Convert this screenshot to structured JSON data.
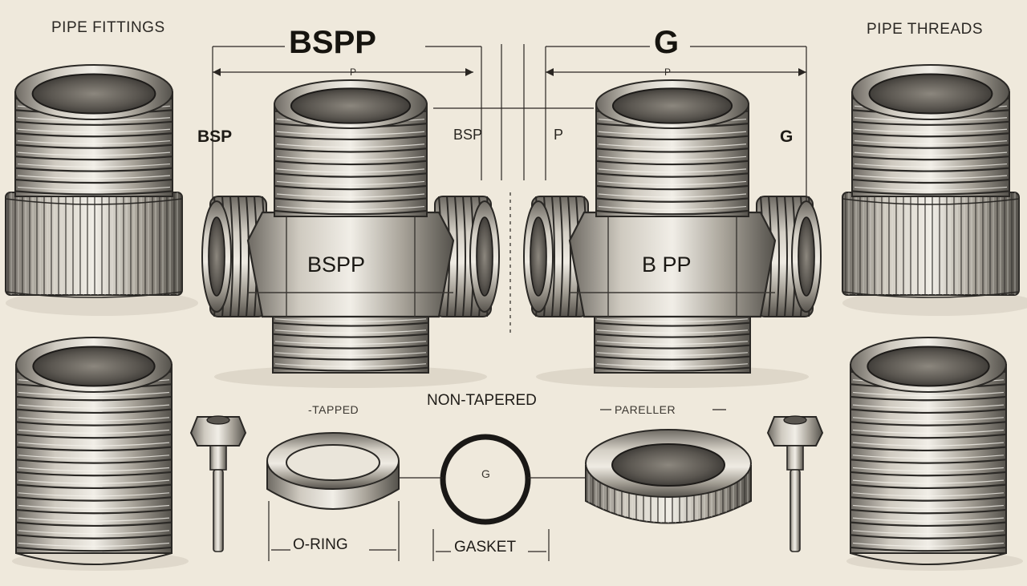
{
  "header": {
    "left_caption": "PIPE FITTINGS",
    "right_caption": "PIPE THREADS",
    "title_left": "BSPP",
    "title_right": "G",
    "dim_left": "P",
    "dim_right": "P"
  },
  "side_labels": {
    "left": "BSP",
    "right": "G",
    "center_left": "BSP",
    "center_right": "P"
  },
  "fittings": {
    "left_engraving": "BSPP",
    "right_engraving": "B PP"
  },
  "bottom": {
    "label_tapped": "-TAPPED",
    "label_non_tapered": "NON-TAPERED",
    "label_parallel": "PARELLER",
    "label_oring": "O-RING",
    "label_gasket": "GASKET",
    "gasket_mark": "G"
  },
  "colors": {
    "paper": "#efe9dc",
    "ink": "#1c1a17",
    "metal_light": "#d9d4ca",
    "metal_mid": "#9a958c",
    "metal_dark": "#4a4741"
  }
}
